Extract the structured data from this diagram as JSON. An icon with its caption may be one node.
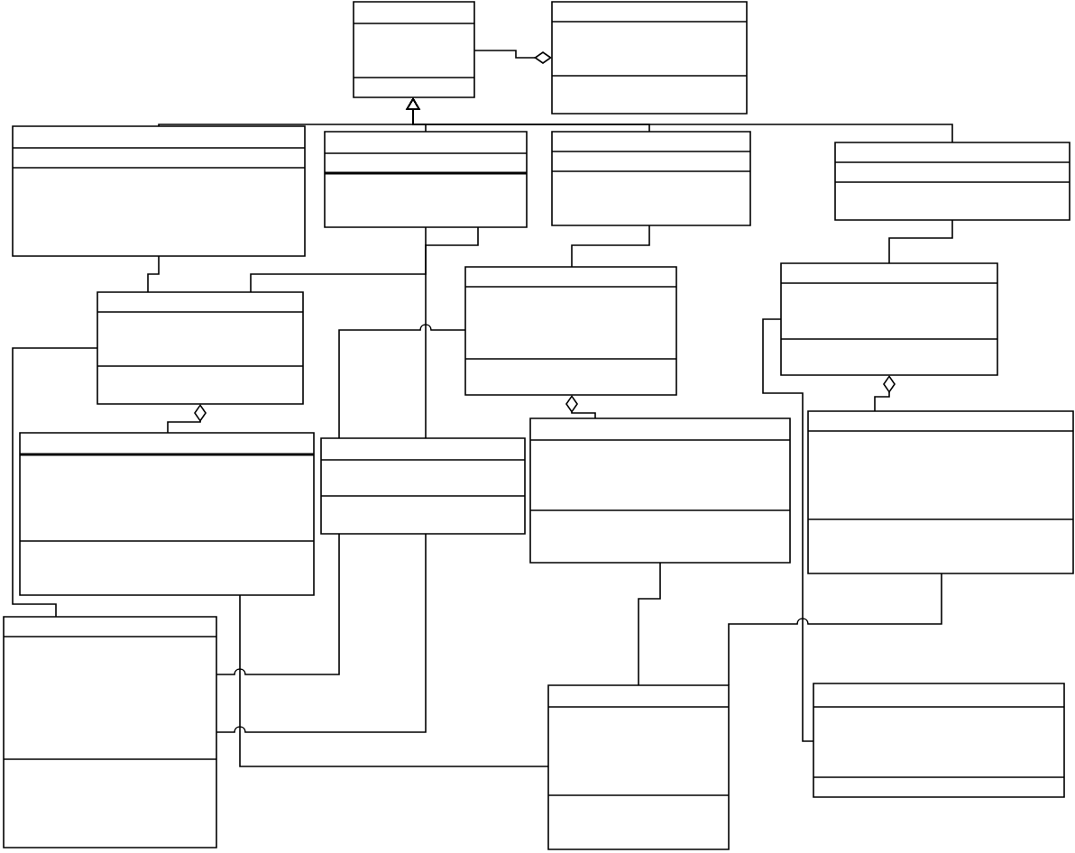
{
  "diagram": {
    "nodes": [
      {
        "text": [],
        "shape": "box"
      },
      {
        "text": [],
        "shape": "box"
      },
      {
        "text": [],
        "shape": "box"
      },
      {
        "text": [],
        "shape": "box"
      },
      {
        "text": [],
        "shape": "box"
      },
      {
        "text": [],
        "shape": "box"
      },
      {
        "text": [],
        "shape": "box"
      },
      {
        "text": [],
        "shape": "box"
      },
      {
        "text": [],
        "shape": "box"
      },
      {
        "text": [],
        "shape": "box"
      },
      {
        "text": [],
        "shape": "box"
      },
      {
        "text": [],
        "shape": "box"
      },
      {
        "text": [],
        "shape": "box"
      },
      {
        "text": [],
        "shape": "box"
      },
      {
        "text": [],
        "shape": "box"
      },
      {
        "text": [],
        "shape": "box"
      }
    ],
    "edges": [
      {
        "from": 0,
        "to": 1,
        "arrow": "other"
      },
      {
        "from": 2,
        "to": 0,
        "arrow": "to"
      },
      {
        "from": 3,
        "to": 0,
        "arrow": "to"
      },
      {
        "from": 4,
        "to": 0,
        "arrow": "to"
      },
      {
        "from": 5,
        "to": 0,
        "arrow": "to"
      },
      {
        "from": 6,
        "to": 2,
        "arrow": "none"
      },
      {
        "from": 6,
        "to": 3,
        "arrow": "none"
      },
      {
        "from": 7,
        "to": 4,
        "arrow": "none"
      },
      {
        "from": 8,
        "to": 5,
        "arrow": "none"
      },
      {
        "from": 9,
        "to": 6,
        "arrow": "other"
      },
      {
        "from": 10,
        "to": 3,
        "arrow": "none"
      },
      {
        "from": 10,
        "to": 7,
        "arrow": "none"
      },
      {
        "from": 11,
        "to": 7,
        "arrow": "other"
      },
      {
        "from": 12,
        "to": 8,
        "arrow": "other"
      },
      {
        "from": 13,
        "to": 6,
        "arrow": "none"
      },
      {
        "from": 10,
        "to": 13,
        "arrow": "none"
      },
      {
        "from": 10,
        "to": 13,
        "arrow": "none"
      },
      {
        "from": 9,
        "to": 14,
        "arrow": "none"
      },
      {
        "from": 8,
        "to": 15,
        "arrow": "none"
      },
      {
        "from": 11,
        "to": 14,
        "arrow": "none"
      },
      {
        "from": 12,
        "to": 14,
        "arrow": "none"
      }
    ]
  }
}
